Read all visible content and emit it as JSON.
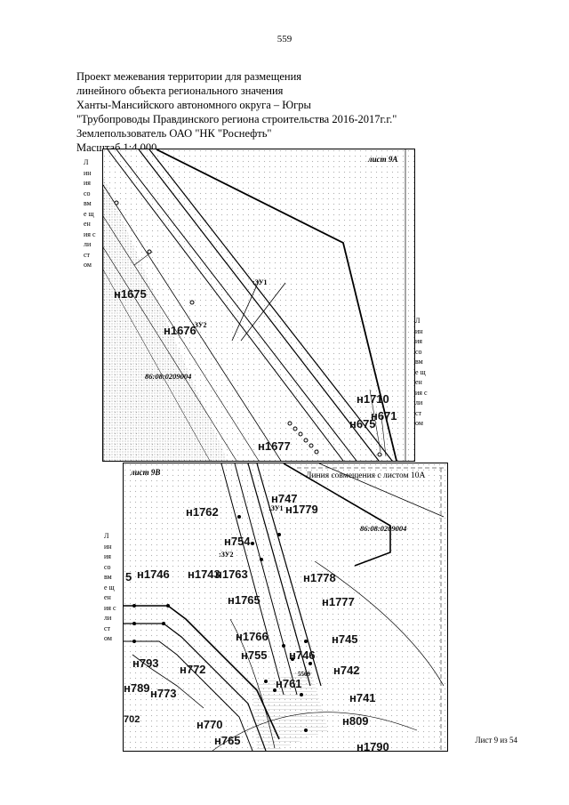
{
  "page_number": "559",
  "header": {
    "line1": "Проект межевания территории для размещения",
    "line2": "линейного объекта регионального значения",
    "line3": "Ханты-Мансийского автономного округа – Югры",
    "line4": "\"Трубопроводы Правдинского региона строительства 2016-2017г.г.\"",
    "line5": "Землепользователь ОАО \"НК \"Роснефть\"",
    "line6": "Масштаб 1:4 000"
  },
  "map_a": {
    "sheet_label": "лист 9А",
    "cadastral": "86:08:0209004",
    "zu1": ":ЗУ1",
    "zu2": ":ЗУ2",
    "side_left": "Л ин ия со вм е щ ен ия с ли ст ом",
    "side_right": "Л ин ия со вм е щ ен ия с ли ст ом",
    "points": {
      "p1675": "н1675",
      "p1676": "н1676",
      "p1677": "н1677",
      "p1710": "н1710",
      "p675": "н675",
      "p671": "н671"
    }
  },
  "map_b": {
    "sheet_label": "лист 9В",
    "match_line": "Линия совмещения с листом 10А",
    "cadastral": "86:08:0209004",
    "zu1": ":ЗУ1",
    "zu2": ":ЗУ2",
    "small_num": "5569",
    "side_left": "Л ин ия со вм е щ ен ия с ли ст ом",
    "points": {
      "p1762": "н1762",
      "p747": "н747",
      "p1779": "н1779",
      "p754": "н754",
      "p5": "5",
      "p1746": "н1746",
      "p1743": "н1743",
      "p1763": "н1763",
      "p1778": "н1778",
      "p1765": "н1765",
      "p1777": "н1777",
      "p1766": "н1766",
      "p745": "н745",
      "p793": "н793",
      "p772": "н772",
      "p755": "н755",
      "p746": "н746",
      "p742": "н742",
      "p789": "н789",
      "p773": "н773",
      "p761": "н761",
      "p741": "н741",
      "p702": "702",
      "p770": "н770",
      "p809": "н809",
      "p765": "н765",
      "p1790": "н1790"
    }
  },
  "footer": "Лист 9 из 54"
}
